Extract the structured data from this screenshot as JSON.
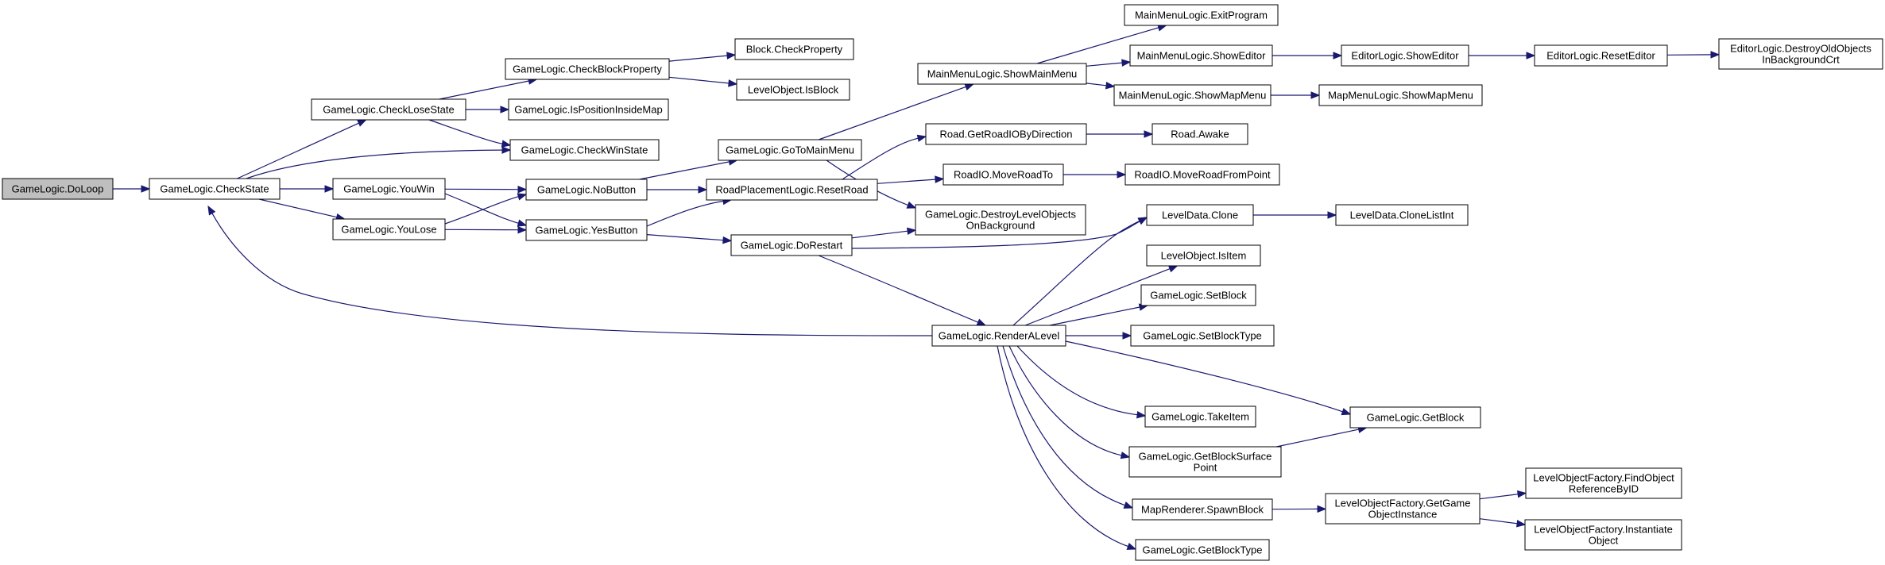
{
  "graph": {
    "colors": {
      "root_fill": "#bfbfbf",
      "node_fill": "#ffffff",
      "border": "#000000",
      "edge": "#191970"
    },
    "nodes": [
      {
        "id": "doloop",
        "lines": [
          "GameLogic.DoLoop"
        ],
        "root": true
      },
      {
        "id": "checkstate",
        "lines": [
          "GameLogic.CheckState"
        ]
      },
      {
        "id": "checklosestate",
        "lines": [
          "GameLogic.CheckLoseState"
        ]
      },
      {
        "id": "checkwinstate",
        "lines": [
          "GameLogic.CheckWinState"
        ]
      },
      {
        "id": "youwin",
        "lines": [
          "GameLogic.YouWin"
        ]
      },
      {
        "id": "youlose",
        "lines": [
          "GameLogic.YouLose"
        ]
      },
      {
        "id": "checkblockproperty",
        "lines": [
          "GameLogic.CheckBlockProperty"
        ]
      },
      {
        "id": "ispositioninsidemap",
        "lines": [
          "GameLogic.IsPositionInsideMap"
        ]
      },
      {
        "id": "nobutton",
        "lines": [
          "GameLogic.NoButton"
        ]
      },
      {
        "id": "yesbutton",
        "lines": [
          "GameLogic.YesButton"
        ]
      },
      {
        "id": "blockcheckproperty",
        "lines": [
          "Block.CheckProperty"
        ]
      },
      {
        "id": "levelobjectisblock",
        "lines": [
          "LevelObject.IsBlock"
        ]
      },
      {
        "id": "gotomainmenu",
        "lines": [
          "GameLogic.GoToMainMenu"
        ]
      },
      {
        "id": "resetroad",
        "lines": [
          "RoadPlacementLogic.ResetRoad"
        ]
      },
      {
        "id": "dorestart",
        "lines": [
          "GameLogic.DoRestart"
        ]
      },
      {
        "id": "showmainmenu",
        "lines": [
          "MainMenuLogic.ShowMainMenu"
        ]
      },
      {
        "id": "getroadiobydirection",
        "lines": [
          "Road.GetRoadIOByDirection"
        ]
      },
      {
        "id": "destroylevelobjects",
        "lines": [
          "GameLogic.DestroyLevelObjects",
          "OnBackground"
        ]
      },
      {
        "id": "moveroadto",
        "lines": [
          "RoadIO.MoveRoadTo"
        ]
      },
      {
        "id": "exitprogram",
        "lines": [
          "MainMenuLogic.ExitProgram"
        ]
      },
      {
        "id": "mmshoweditor",
        "lines": [
          "MainMenuLogic.ShowEditor"
        ]
      },
      {
        "id": "showmapmenu",
        "lines": [
          "MainMenuLogic.ShowMapMenu"
        ]
      },
      {
        "id": "roadawake",
        "lines": [
          "Road.Awake"
        ]
      },
      {
        "id": "moveroadfrompoint",
        "lines": [
          "RoadIO.MoveRoadFromPoint"
        ]
      },
      {
        "id": "editorshoweditor",
        "lines": [
          "EditorLogic.ShowEditor"
        ]
      },
      {
        "id": "mapmenushowmapmenu",
        "lines": [
          "MapMenuLogic.ShowMapMenu"
        ]
      },
      {
        "id": "reseteditor",
        "lines": [
          "EditorLogic.ResetEditor"
        ]
      },
      {
        "id": "destroyoldobjects",
        "lines": [
          "EditorLogic.DestroyOldObjects",
          "InBackgroundCrt"
        ]
      },
      {
        "id": "renderalevel",
        "lines": [
          "GameLogic.RenderALevel"
        ]
      },
      {
        "id": "leveldataclone",
        "lines": [
          "LevelData.Clone"
        ]
      },
      {
        "id": "clonelistint",
        "lines": [
          "LevelData.CloneListInt"
        ]
      },
      {
        "id": "isitem",
        "lines": [
          "LevelObject.IsItem"
        ]
      },
      {
        "id": "setblock",
        "lines": [
          "GameLogic.SetBlock"
        ]
      },
      {
        "id": "setblocktype",
        "lines": [
          "GameLogic.SetBlockType"
        ]
      },
      {
        "id": "takeitem",
        "lines": [
          "GameLogic.TakeItem"
        ]
      },
      {
        "id": "getblock",
        "lines": [
          "GameLogic.GetBlock"
        ]
      },
      {
        "id": "getblocksurfacepoint",
        "lines": [
          "GameLogic.GetBlockSurface",
          "Point"
        ]
      },
      {
        "id": "spawnblock",
        "lines": [
          "MapRenderer.SpawnBlock"
        ]
      },
      {
        "id": "getgameobjectinstance",
        "lines": [
          "LevelObjectFactory.GetGame",
          "ObjectInstance"
        ]
      },
      {
        "id": "findobjectreference",
        "lines": [
          "LevelObjectFactory.FindObject",
          "ReferenceByID"
        ]
      },
      {
        "id": "instantiateobject",
        "lines": [
          "LevelObjectFactory.Instantiate",
          "Object"
        ]
      },
      {
        "id": "getblocktype",
        "lines": [
          "GameLogic.GetBlockType"
        ]
      }
    ],
    "edges": [
      [
        "doloop",
        "checkstate"
      ],
      [
        "checkstate",
        "checklosestate"
      ],
      [
        "checkstate",
        "checkwinstate"
      ],
      [
        "checkstate",
        "youwin"
      ],
      [
        "checkstate",
        "youlose"
      ],
      [
        "checklosestate",
        "checkblockproperty"
      ],
      [
        "checklosestate",
        "ispositioninsidemap"
      ],
      [
        "checklosestate",
        "checkwinstate"
      ],
      [
        "checkblockproperty",
        "blockcheckproperty"
      ],
      [
        "checkblockproperty",
        "levelobjectisblock"
      ],
      [
        "youwin",
        "nobutton"
      ],
      [
        "youwin",
        "yesbutton"
      ],
      [
        "youlose",
        "nobutton"
      ],
      [
        "youlose",
        "yesbutton"
      ],
      [
        "nobutton",
        "gotomainmenu"
      ],
      [
        "nobutton",
        "resetroad"
      ],
      [
        "yesbutton",
        "resetroad"
      ],
      [
        "yesbutton",
        "dorestart"
      ],
      [
        "gotomainmenu",
        "showmainmenu"
      ],
      [
        "gotomainmenu",
        "destroylevelobjects"
      ],
      [
        "resetroad",
        "getroadiobydirection"
      ],
      [
        "resetroad",
        "moveroadto"
      ],
      [
        "dorestart",
        "destroylevelobjects"
      ],
      [
        "dorestart",
        "leveldataclone"
      ],
      [
        "dorestart",
        "renderalevel"
      ],
      [
        "showmainmenu",
        "exitprogram"
      ],
      [
        "showmainmenu",
        "mmshoweditor"
      ],
      [
        "showmainmenu",
        "showmapmenu"
      ],
      [
        "mmshoweditor",
        "editorshoweditor"
      ],
      [
        "editorshoweditor",
        "reseteditor"
      ],
      [
        "reseteditor",
        "destroyoldobjects"
      ],
      [
        "showmapmenu",
        "mapmenushowmapmenu"
      ],
      [
        "getroadiobydirection",
        "roadawake"
      ],
      [
        "moveroadto",
        "moveroadfrompoint"
      ],
      [
        "leveldataclone",
        "clonelistint"
      ],
      [
        "renderalevel",
        "checkstate"
      ],
      [
        "renderalevel",
        "leveldataclone"
      ],
      [
        "renderalevel",
        "isitem"
      ],
      [
        "renderalevel",
        "setblock"
      ],
      [
        "renderalevel",
        "setblocktype"
      ],
      [
        "renderalevel",
        "getblock"
      ],
      [
        "renderalevel",
        "takeitem"
      ],
      [
        "renderalevel",
        "getblocksurfacepoint"
      ],
      [
        "renderalevel",
        "spawnblock"
      ],
      [
        "renderalevel",
        "getblocktype"
      ],
      [
        "getblocksurfacepoint",
        "getblock"
      ],
      [
        "spawnblock",
        "getgameobjectinstance"
      ],
      [
        "getgameobjectinstance",
        "findobjectreference"
      ],
      [
        "getgameobjectinstance",
        "instantiateobject"
      ]
    ]
  }
}
